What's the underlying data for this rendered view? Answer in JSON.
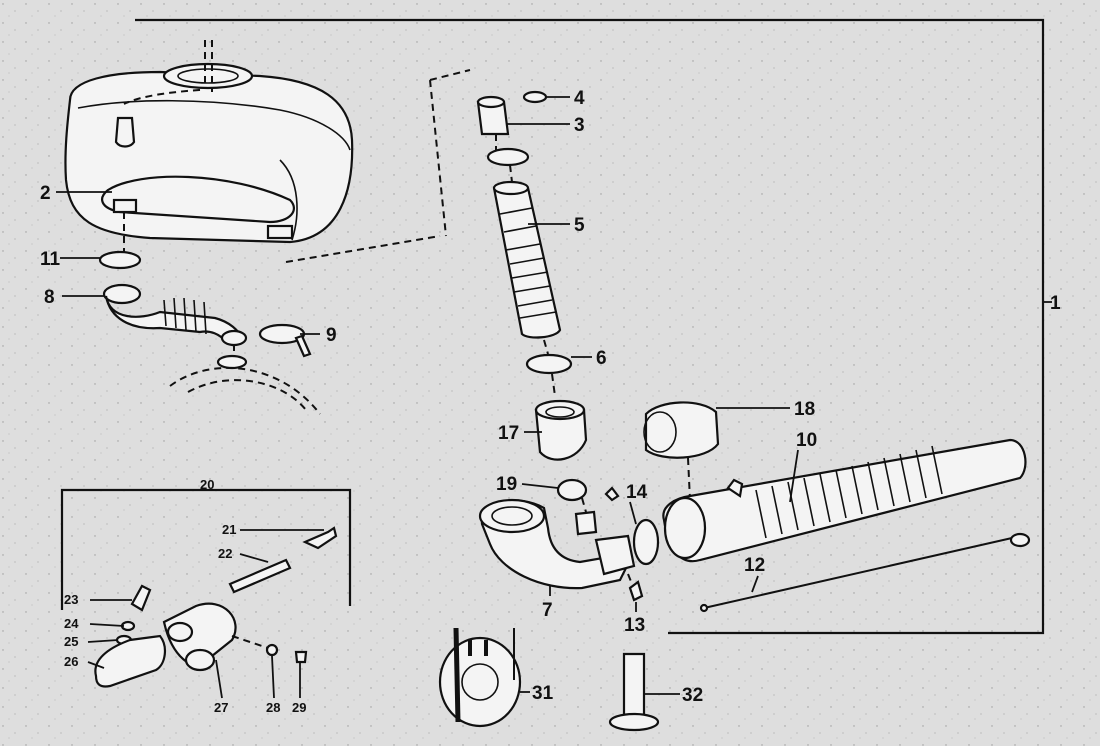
{
  "callouts": {
    "c1": "1",
    "c2": "2",
    "c3": "3",
    "c4": "4",
    "c5": "5",
    "c6": "6",
    "c7": "7",
    "c8": "8",
    "c9": "9",
    "c10": "10",
    "c11": "11",
    "c12": "12",
    "c13": "13",
    "c14": "14",
    "c17": "17",
    "c18": "18",
    "c19": "19",
    "c20": "20",
    "c21": "21",
    "c22": "22",
    "c23": "23",
    "c24": "24",
    "c25": "25",
    "c26": "26",
    "c27": "27",
    "c28": "28",
    "c29": "29",
    "c31": "31",
    "c32": "32"
  },
  "colors": {
    "ink": "#111111",
    "paper": "#dedede",
    "part_fill": "#f4f4f4"
  }
}
